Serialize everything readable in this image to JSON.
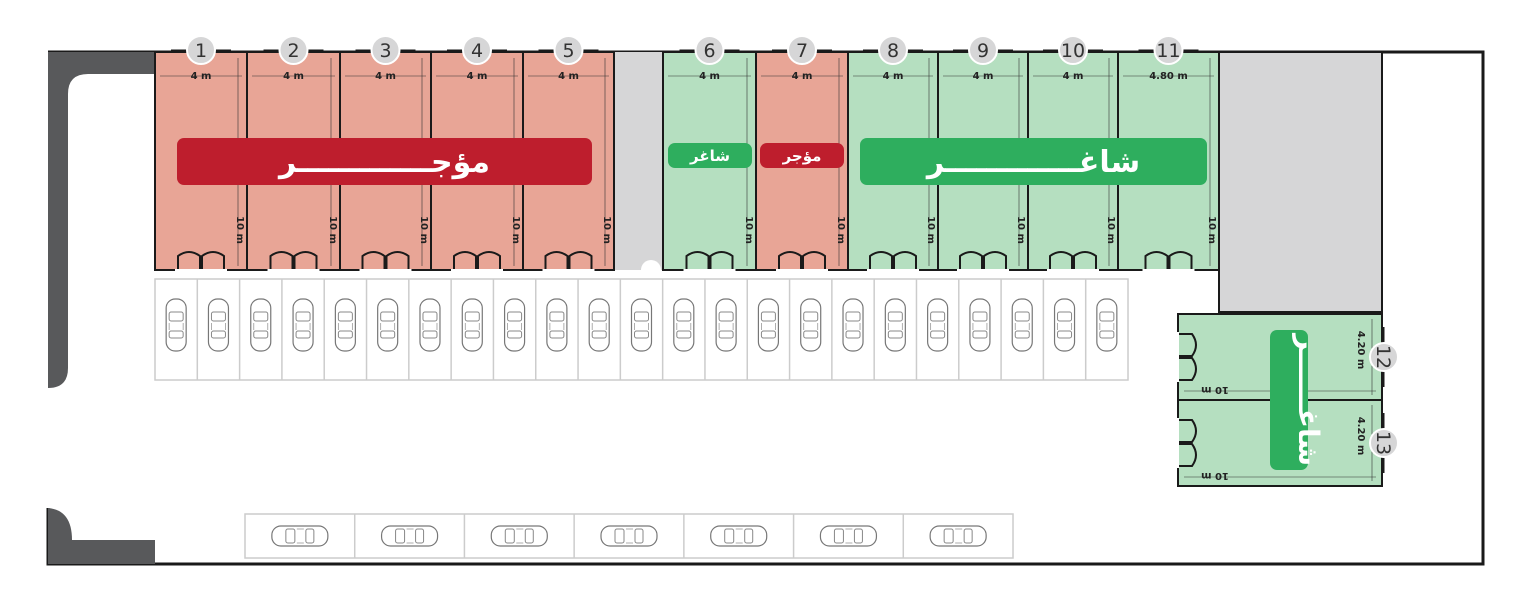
{
  "labels": {
    "rented_large": "مؤجـــــــــــــر",
    "vacant_small": "شاغر",
    "rented_small": "مؤجر",
    "vacant_large": "شاغـــــــــــــر",
    "vacant_vertical": "شاغــــــر"
  },
  "colors": {
    "rented_fill": "#E8A596",
    "vacant_fill": "#B5DFC0",
    "rented_banner": "#BE1E2D",
    "vacant_banner": "#2EAE5E",
    "passage": "#D6D6D7",
    "wall": "#58595B",
    "outline": "#1a1a1a"
  },
  "shops": [
    {
      "number": "1",
      "width": "4 m",
      "depth": "10 m",
      "status": "rented"
    },
    {
      "number": "2",
      "width": "4 m",
      "depth": "10 m",
      "status": "rented"
    },
    {
      "number": "3",
      "width": "4 m",
      "depth": "10 m",
      "status": "rented"
    },
    {
      "number": "4",
      "width": "4 m",
      "depth": "10 m",
      "status": "rented"
    },
    {
      "number": "5",
      "width": "4 m",
      "depth": "10 m",
      "status": "rented"
    },
    {
      "number": "6",
      "width": "4 m",
      "depth": "10 m",
      "status": "vacant"
    },
    {
      "number": "7",
      "width": "4 m",
      "depth": "10 m",
      "status": "rented"
    },
    {
      "number": "8",
      "width": "4 m",
      "depth": "10 m",
      "status": "vacant"
    },
    {
      "number": "9",
      "width": "4 m",
      "depth": "10 m",
      "status": "vacant"
    },
    {
      "number": "10",
      "width": "4 m",
      "depth": "10 m",
      "status": "vacant"
    },
    {
      "number": "11",
      "width": "4.80 m",
      "depth": "10 m",
      "status": "vacant"
    }
  ],
  "side_shops": [
    {
      "number": "12",
      "width": "4.20 m",
      "depth": "10 m",
      "status": "vacant"
    },
    {
      "number": "13",
      "width": "4.20 m",
      "depth": "10 m",
      "status": "vacant"
    }
  ],
  "parking": {
    "upper_row_spaces": 23,
    "lower_row_spaces": 7
  }
}
